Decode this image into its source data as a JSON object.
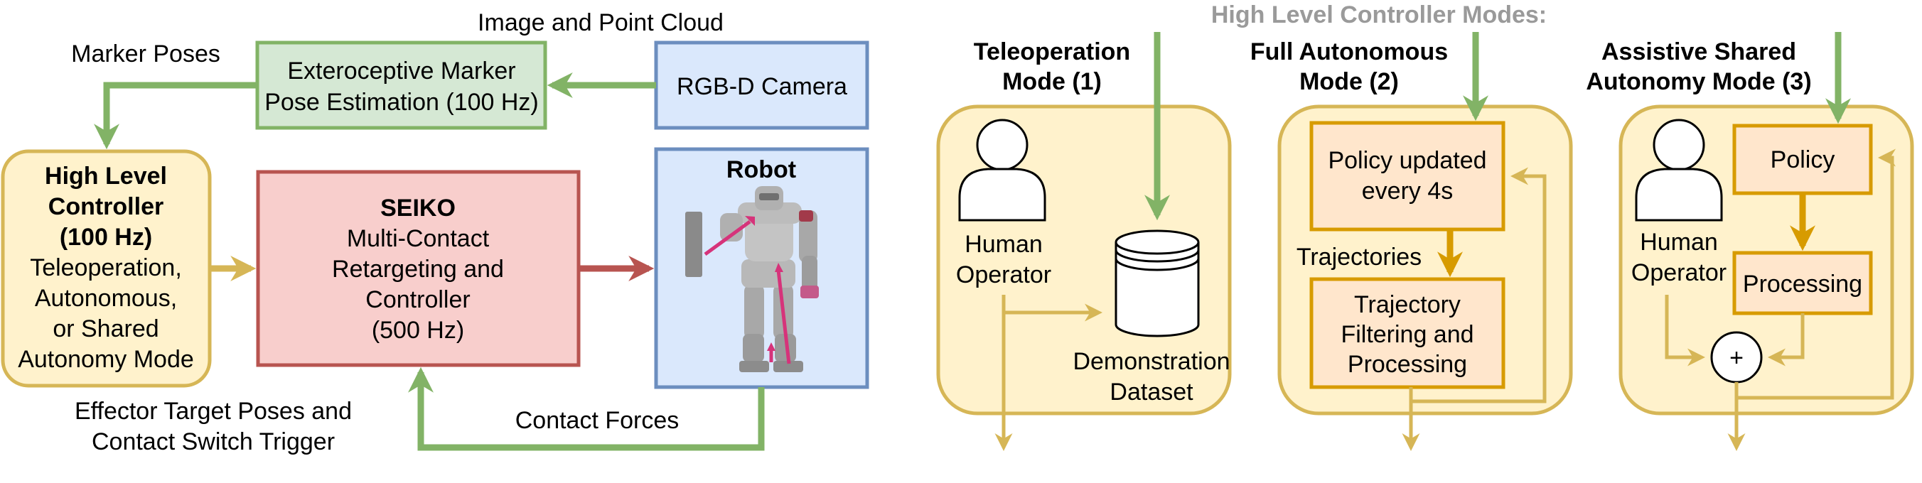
{
  "colors": {
    "green_fill": "#d5e8d4",
    "green_stroke": "#82b366",
    "blue_fill": "#dae8fc",
    "blue_stroke": "#6c8ebf",
    "red_fill": "#f8cecc",
    "red_stroke": "#b85450",
    "yellow_fill": "#fff2cc",
    "yellow_stroke": "#d6b656",
    "orange_fill": "#ffe6cc",
    "orange_stroke": "#d79b00",
    "pink_arrow": "#d6337a"
  },
  "left": {
    "image_point_cloud": "Image and Point Cloud",
    "marker_poses": "Marker Poses",
    "marker_box": [
      "Exteroceptive Marker",
      "Pose Estimation (100 Hz)"
    ],
    "camera_box": "RGB-D Camera",
    "hlc_box": {
      "title": [
        "High Level",
        "Controller",
        "(100 Hz)"
      ],
      "body": [
        "Teleoperation,",
        "Autonomous,",
        "or Shared",
        "Autonomy Mode"
      ]
    },
    "seiko_box": {
      "title": "SEIKO",
      "body": [
        "Multi-Contact",
        "Retargeting and",
        "Controller",
        "(500 Hz)"
      ]
    },
    "robot_box": {
      "title": "Robot"
    },
    "effector_label": [
      "Effector Target Poses and",
      "Contact Switch Trigger"
    ],
    "contact_forces": "Contact Forces"
  },
  "right": {
    "header": "High Level Controller Modes:",
    "teleop": {
      "title": [
        "Teleoperation",
        "Mode (1)"
      ],
      "human": [
        "Human",
        "Operator"
      ],
      "dataset": [
        "Demonstration",
        "Dataset"
      ]
    },
    "auto": {
      "title": [
        "Full Autonomous",
        "Mode (2)"
      ],
      "policy": [
        "Policy updated",
        "every 4s"
      ],
      "trajectories": "Trajectories",
      "filter": [
        "Trajectory",
        "Filtering and",
        "Processing"
      ]
    },
    "assist": {
      "title": [
        "Assistive Shared",
        "Autonomy Mode (3)"
      ],
      "policy": "Policy",
      "processing": "Processing",
      "human": [
        "Human",
        "Operator"
      ],
      "sum": "+"
    }
  }
}
